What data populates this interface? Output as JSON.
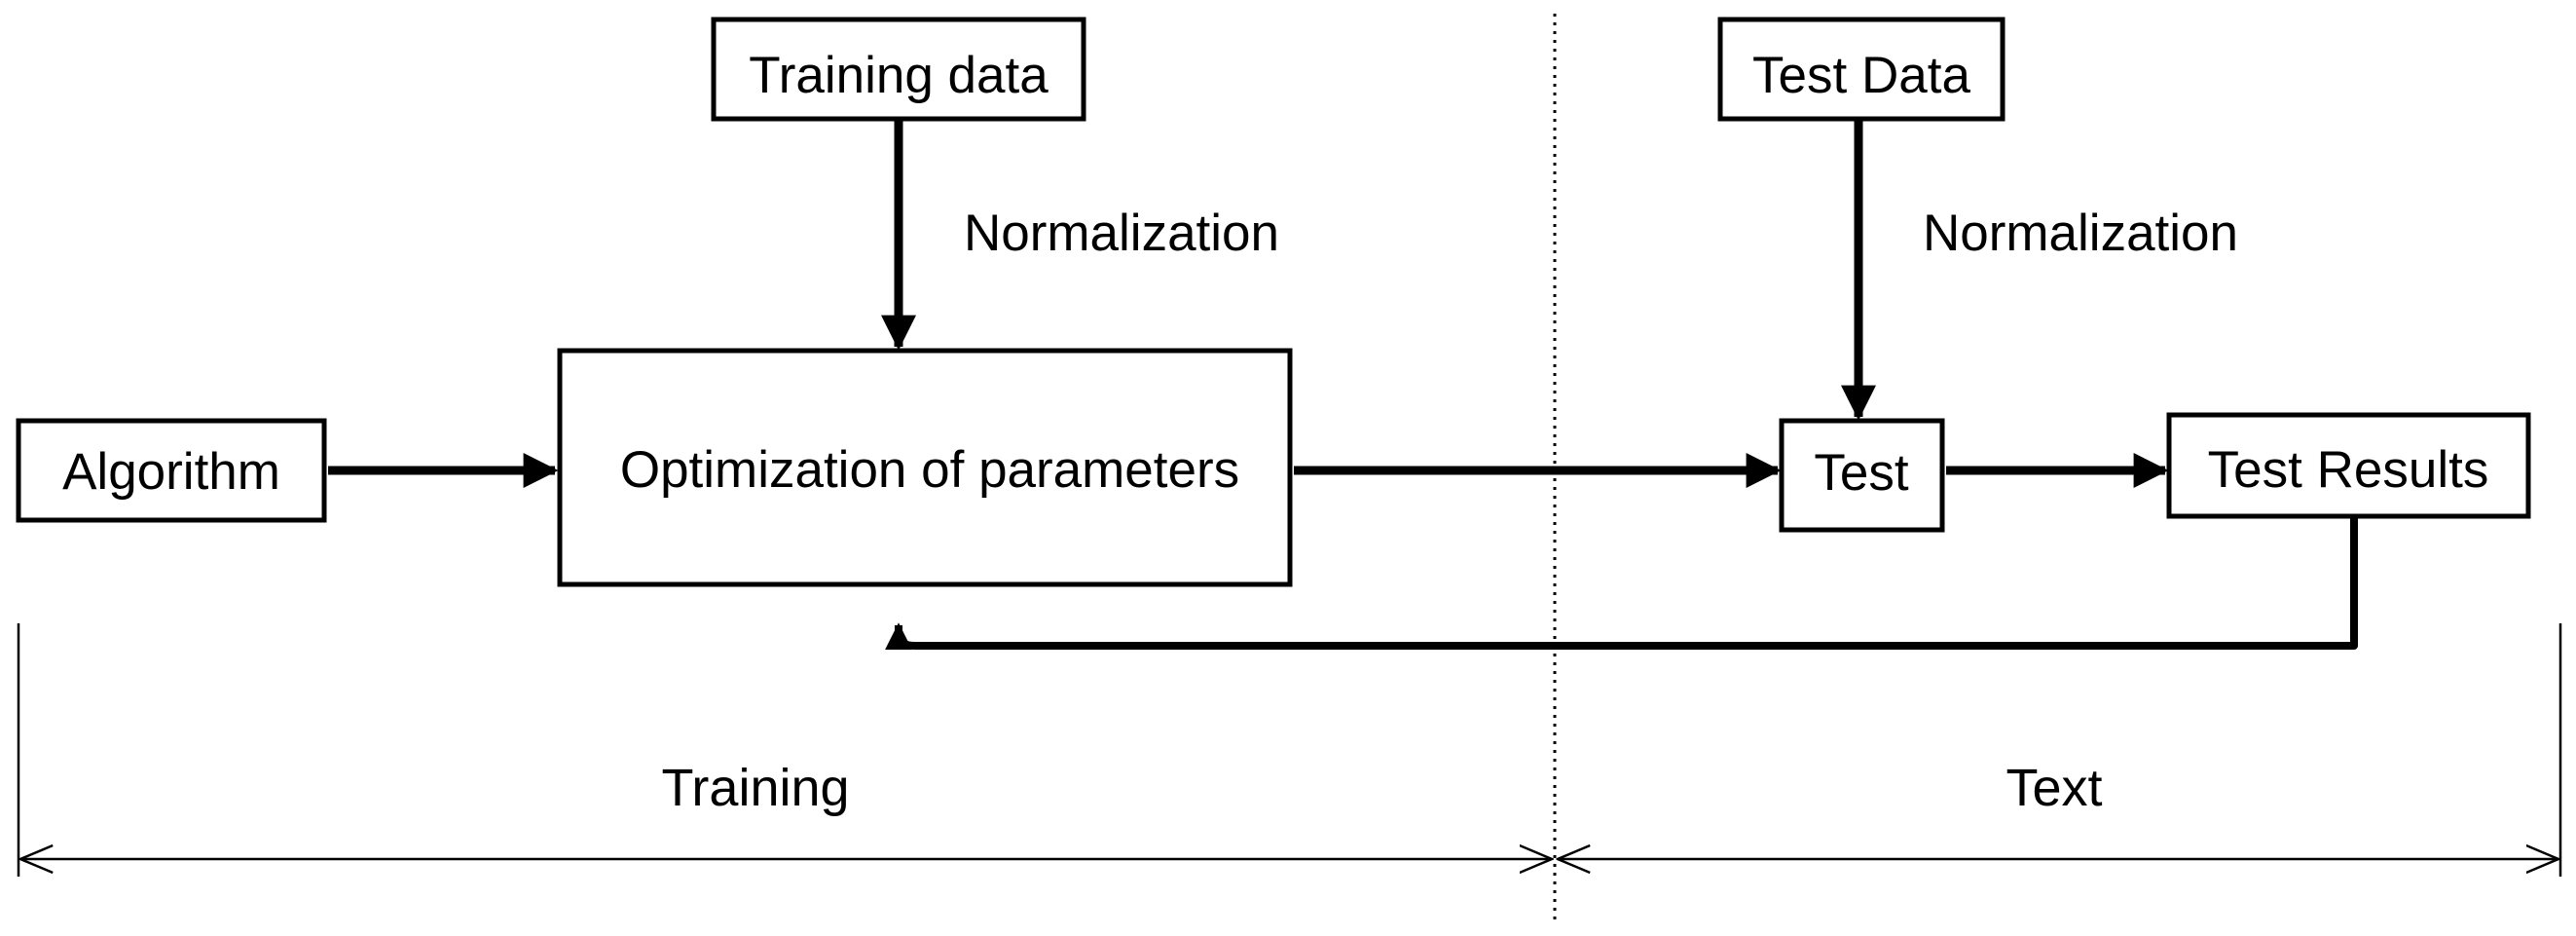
{
  "nodes": {
    "training_data": "Training data",
    "test_data": "Test Data",
    "algorithm": "Algorithm",
    "optimization": "Optimization of parameters",
    "test": "Test",
    "test_results": "Test Results"
  },
  "edge_labels": {
    "training_normalization": "Normalization",
    "test_normalization": "Normalization"
  },
  "sections": {
    "training": "Training",
    "test": "Text"
  },
  "colors": {
    "ink": "#000000",
    "background": "#ffffff"
  }
}
